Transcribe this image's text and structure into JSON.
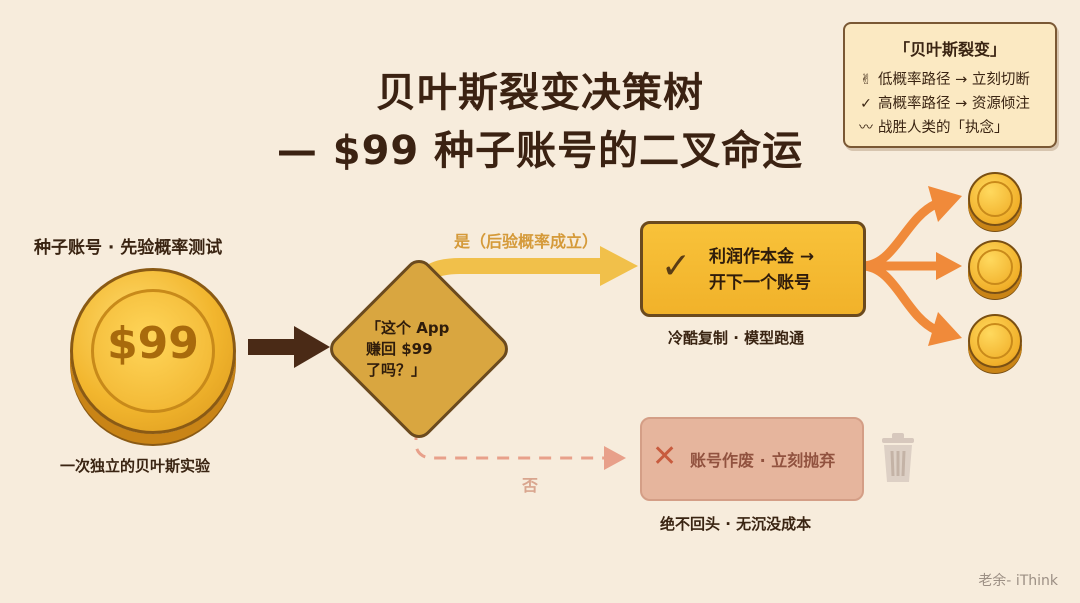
{
  "title": {
    "line1": "贝叶斯裂变决策树",
    "line2": "— $99 种子账号的二叉命运"
  },
  "legend": {
    "title": "「贝叶斯裂变」",
    "items": [
      {
        "icon": "peace-hand-icon",
        "glyph": "✌",
        "text": "低概率路径 → 立刻切断"
      },
      {
        "icon": "check-icon",
        "glyph": "✓",
        "text": "高概率路径 → 资源倾注"
      },
      {
        "icon": "trend-icon",
        "glyph": "〰",
        "text": "战胜人类的「执念」"
      }
    ]
  },
  "seed": {
    "heading": "种子账号 · 先验概率测试",
    "coin_value": "$99",
    "caption": "一次独立的贝叶斯实验"
  },
  "decision": {
    "question_lines": [
      "「这个 App",
      "赚回 $99",
      "了吗？」"
    ]
  },
  "yes_branch": {
    "label": "是（后验概率成立）",
    "box_lines": [
      "利润作本金 →",
      "开下一个账号"
    ],
    "caption": "冷酷复制 · 模型跑通",
    "coin_count": 3
  },
  "no_branch": {
    "label": "否",
    "box_text": "账号作废 · 立刻抛弃",
    "caption": "绝不回头 · 无沉没成本"
  },
  "watermark": "老余- iThink",
  "colors": {
    "background": "#f7ecdc",
    "gold": "#f2b62e",
    "dark_brown": "#3b2212",
    "orange_arrow": "#f08a3a",
    "yes_path": "#f1c04a",
    "no_path": "#e8a08a"
  }
}
